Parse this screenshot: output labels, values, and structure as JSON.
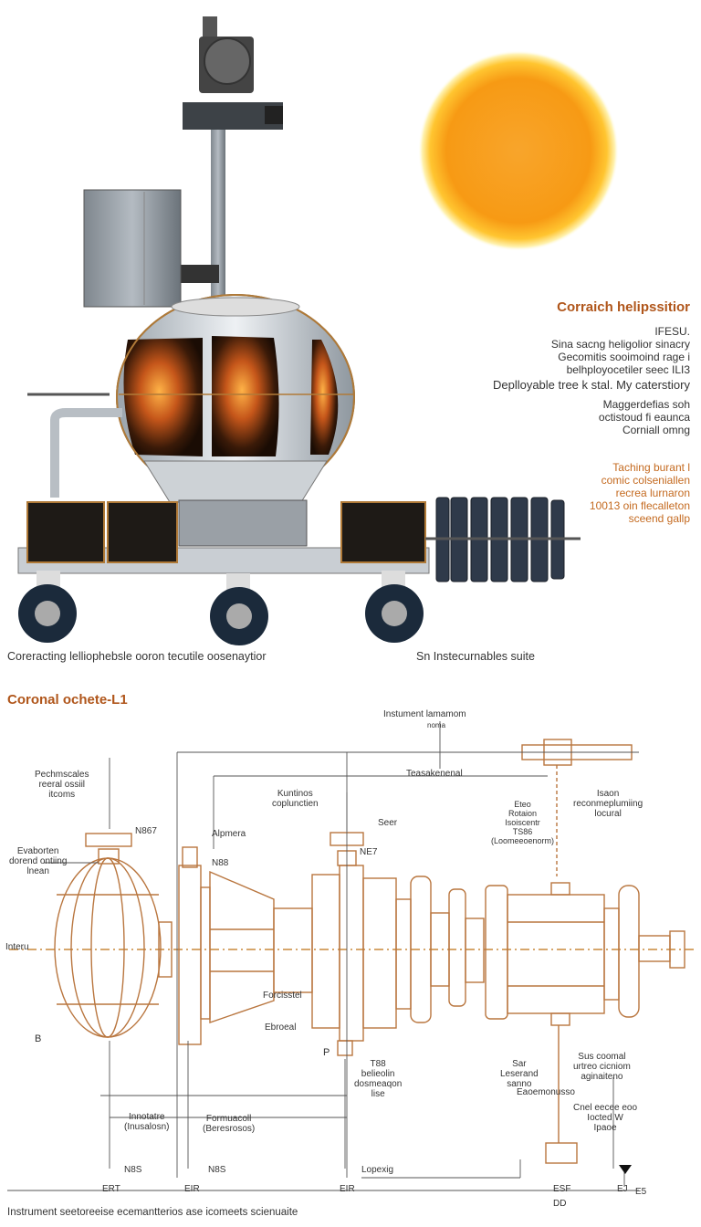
{
  "render": {
    "title": "Corraich helipssitior",
    "notes": [
      "IFESU.",
      "Sina sacng heligolior sinacry",
      "Gecomitis sooimoind rage i",
      "belhployocetiler seec ILI3",
      "Deplloyable tree k stal. My caterstiory",
      "Maggerdefias soh",
      "octistoud fi eaunca",
      "Corniall omng"
    ],
    "notes_orange": [
      "Taching burant l",
      "comic colseniallen",
      "recrea lurnaron",
      "10013 oin flecalleton",
      "sceend gallp"
    ],
    "caption_left": "Coreracting lelliophebsle  ooron tecutile oosenaytior",
    "caption_right": "Sn Instecurnables suite"
  },
  "schematic": {
    "title": "Coronal ochete-L1",
    "labels": {
      "top_center": "Instument lamamom",
      "top_center_sub": "noma",
      "teasken": "Teasakenenal",
      "pechms": "Pechmscales\nreeral ossiil\nitcoms",
      "evaboten": "Evaborten\ndorend ontiing\nlnean",
      "intern": "Interu",
      "b": "B",
      "ape": "Alpmera",
      "n8a": "N88",
      "n867": "N867",
      "kuntinos": "Kuntinos\ncoplunctien",
      "seer": "Seer",
      "n8e7": "NE7",
      "fo": "Forcisstel",
      "ebroeal": "Ebroeal",
      "p": "P",
      "recom": "Isaon\nreconmeplumiing\nlocural",
      "cluster": "Eteo\nRotaion\nIsoiscentr\nTS86\n(Loomeeoenorm)",
      "sus": "Sus coomal\nurtreo cicniom\naginaiteno",
      "sar": "Sar\nLeserand\nsanno",
      "eaoc": "Eaoemonusso",
      "cne": "Cnel eecee eoo\nIocted W\nIpaoe",
      "small_mid": "T88\nbelieolin\ndosmeaqon\nlise",
      "inno": "Innotatre\n(Inusalosn)",
      "formo": "Formuacoll\n(Beresrosos)",
      "m8_1": "N8S",
      "m8_2": "N8S",
      "lopeag": "Lopexig",
      "ax1": "ERT",
      "ax2": "EIR",
      "ax3": "EIR",
      "ax4": "ESF",
      "ax5": "EJ",
      "ax6": "E5",
      "dd": "DD"
    },
    "footer": "Instrument seetoreeise ecemantterios ase icomeets scienuaite"
  },
  "colors": {
    "accent_orange": "#b0561b",
    "line_copper": "#b9763f",
    "sun": "#f7a21b"
  }
}
